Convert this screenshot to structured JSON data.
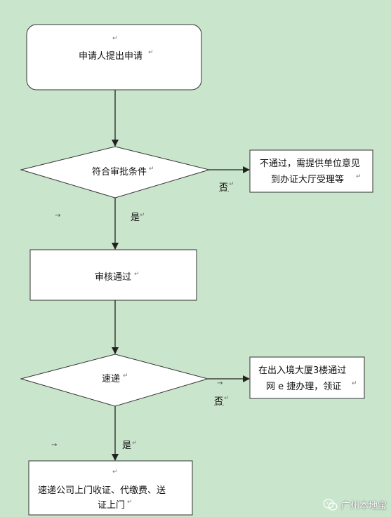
{
  "nodes": {
    "apply": "申请人提出申请",
    "condition": "符合审批条件",
    "reject": [
      "不通过，需提供单位意见",
      "到办证大厅受理等"
    ],
    "approve": "审核通过",
    "express": "速递",
    "self_pick": [
      "在出入境大厦3楼通过",
      "网 e 捷办理，领证"
    ],
    "courier": [
      "速递公司上门收证、代缴费、送",
      "证上门"
    ]
  },
  "edges": {
    "yes": "是",
    "no": "否"
  },
  "watermark": "广州本地宝",
  "colors": {
    "background": "#c9e5cb",
    "box_fill": "#ffffff",
    "line": "#222222"
  }
}
